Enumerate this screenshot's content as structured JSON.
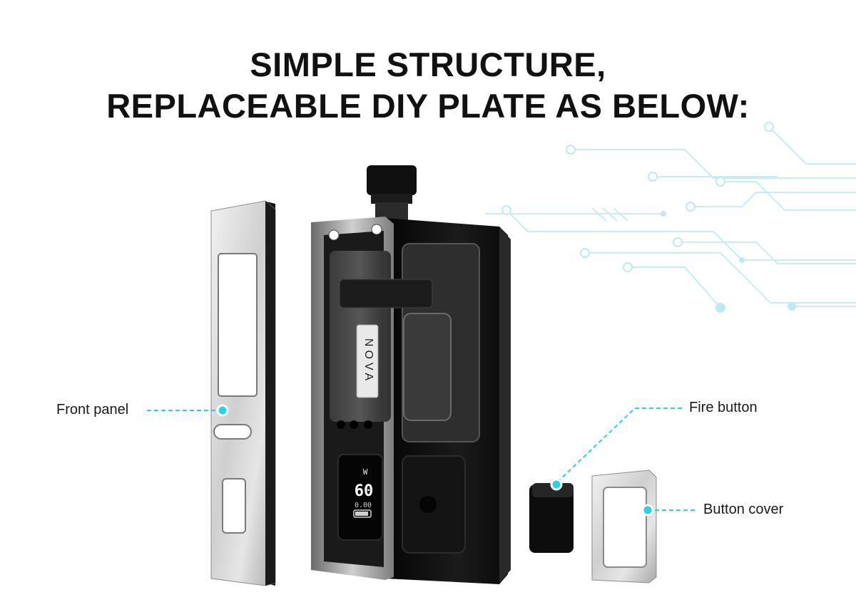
{
  "headline": {
    "line1": "SIMPLE STRUCTURE,",
    "line2": "REPLACEABLE DIY PLATE AS BELOW:"
  },
  "callouts": {
    "front_panel": "Front panel",
    "fire_button": "Fire button",
    "button_cover": "Button cover"
  },
  "device": {
    "brand_label": "NOVA",
    "screen": {
      "unit": "W",
      "wattage": "60",
      "resistance": "0.00"
    }
  },
  "colors": {
    "accent_cyan": "#29d3e6",
    "circuit": "#bfeaf3",
    "device_body": "#0c0c0c",
    "metal": "#d6d6d6"
  }
}
